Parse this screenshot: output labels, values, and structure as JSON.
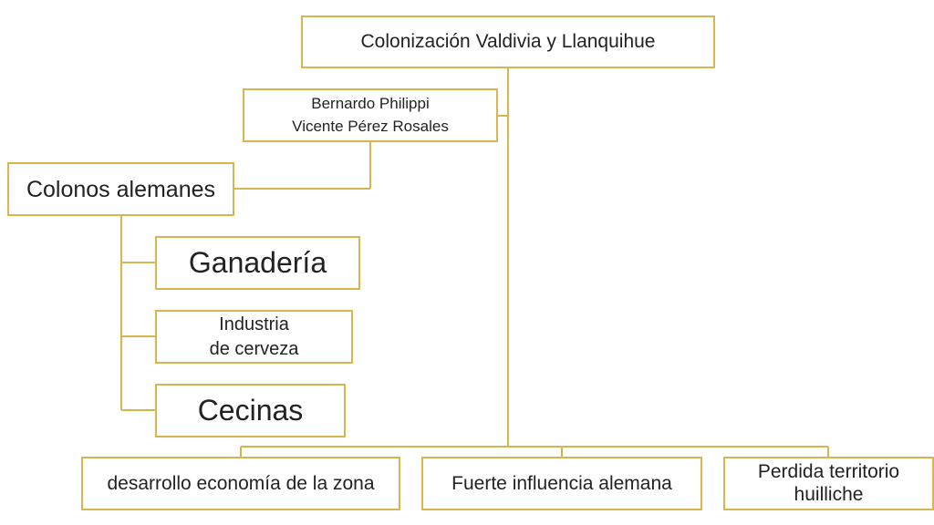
{
  "diagram": {
    "root": {
      "label": "Colonización Valdivia  y  Llanquihue"
    },
    "founders": {
      "lines": [
        "Bernardo Philippi",
        "Vicente Pérez Rosales"
      ]
    },
    "settlers": {
      "label": "Colonos alemanes"
    },
    "activities": {
      "ganaderia": "Ganadería",
      "industria_lines": [
        "Industria",
        "de cerveza"
      ],
      "cecinas": "Cecinas"
    },
    "consequences": {
      "economia": "desarrollo economía de la zona",
      "influencia": "Fuerte influencia alemana",
      "territorio_lines": [
        "Perdida territorio",
        "huilliche"
      ]
    },
    "colors": {
      "border": "#d7b64f",
      "text": "#222222",
      "background": "#ffffff"
    }
  }
}
